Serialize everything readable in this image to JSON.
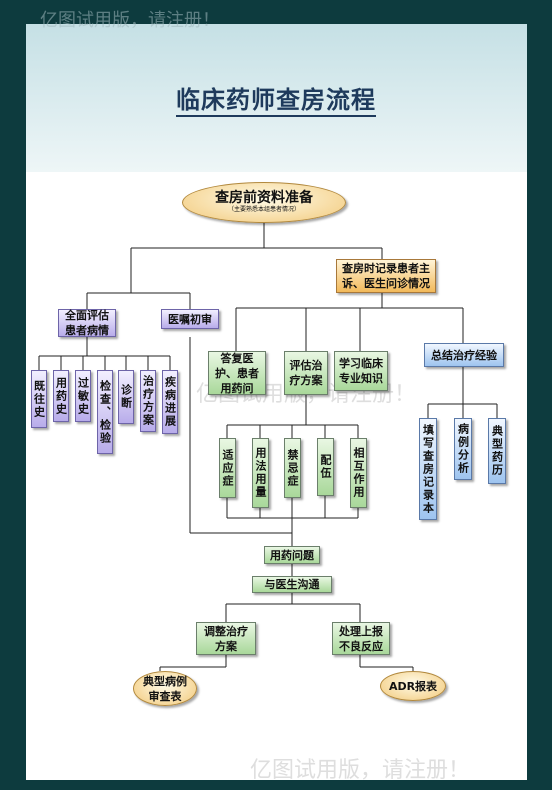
{
  "header": {
    "watermark_top": "亿图试用版，请注册！",
    "title": "临床药师查房流程"
  },
  "watermarks": {
    "middle": "亿图试用版，请注册！",
    "bottom": "亿图试用版，请注册！"
  },
  "colors": {
    "frame": "#0d3b3e",
    "green": "#a9d89a",
    "purple": "#b8acea",
    "blue": "#9ec4ef",
    "orange": "#f2b95a",
    "ellipse": "#f2c97a"
  },
  "nodes": {
    "root": {
      "label": "查房前资料准备",
      "sub": "（主要熟悉本组患者情况）"
    },
    "record": {
      "label": "查房时记录患者主诉、医生问诊情况"
    },
    "assess": {
      "label": "全面评估患者病情"
    },
    "orders": {
      "label": "医嘱初审"
    },
    "history_items": [
      "既往史",
      "用药史",
      "过敏史",
      "检查、检验",
      "诊断",
      "治疗方案",
      "疾病进展"
    ],
    "answer": {
      "label": "答复医护、患者用药问"
    },
    "evaluate": {
      "label": "评估治疗方案"
    },
    "learn": {
      "label": "学习临床专业知识"
    },
    "summary": {
      "label": "总结治疗经验"
    },
    "eval_items": [
      "适应症",
      "用法用量",
      "禁忌症",
      "配伍",
      "相互作用"
    ],
    "summary_items": [
      "填写查房记录本",
      "病例分析",
      "典型药历"
    ],
    "drug_issue": {
      "label": "用药问题"
    },
    "communicate": {
      "label": "与医生沟通"
    },
    "adjust": {
      "label": "调整治疗方案"
    },
    "report": {
      "label": "处理上报不良反应"
    },
    "case_review": {
      "label": "典型病例审查表"
    },
    "adr": {
      "label": "ADR报表"
    }
  }
}
